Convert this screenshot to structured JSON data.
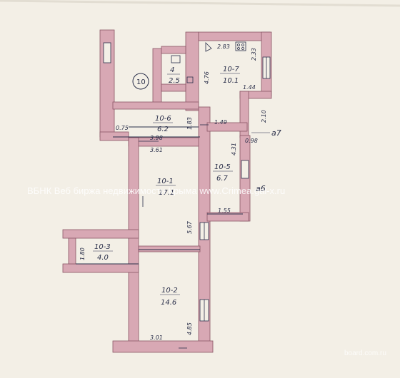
{
  "colors": {
    "paper": "#f3efe6",
    "wall": "#d8a8b4",
    "ink": "#2a2f4a"
  },
  "rooms": [
    {
      "id": "10-1",
      "area": "17.1"
    },
    {
      "id": "10-2",
      "area": "14.6"
    },
    {
      "id": "10-3",
      "area": "4.0"
    },
    {
      "id": "4",
      "area": "2.5"
    },
    {
      "id": "10-5",
      "area": "6.7"
    },
    {
      "id": "10-6",
      "area": "6.2"
    },
    {
      "id": "10-7",
      "area": "10.1"
    }
  ],
  "circle_label": "10",
  "annotations": [
    "a7",
    "a6"
  ],
  "dimensions": [
    "3.98",
    "3.61",
    "1.83",
    "1.49",
    "1.55",
    "5.67",
    "4.85",
    "3.01",
    "1.80",
    "0.75",
    "2.83",
    "2.33",
    "4.76",
    "1.44",
    "2.10",
    "0.98",
    "4.31"
  ],
  "watermark": "ВБНК Веб биржа недвижимости Крыма www.Crimea.gal-x.ru",
  "watermark_corner": "board.com.ru"
}
